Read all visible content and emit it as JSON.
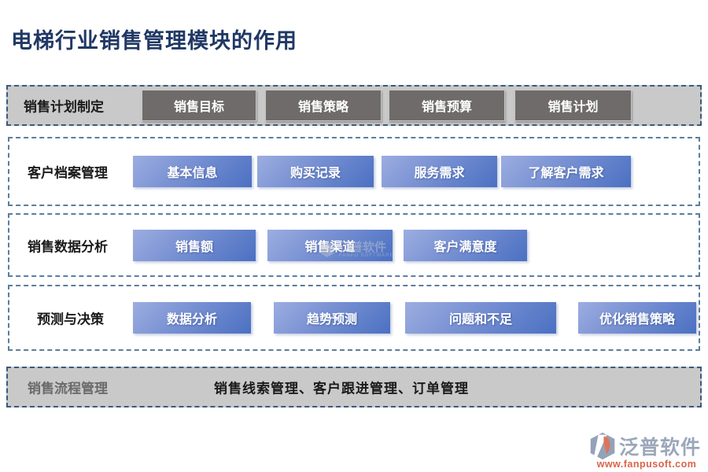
{
  "title": "电梯行业销售管理模块的作用",
  "rows": [
    {
      "label": "销售计划制定",
      "buttons": [
        "销售目标",
        "销售策略",
        "销售预算",
        "销售计划"
      ]
    },
    {
      "label": "客户档案管理",
      "buttons": [
        "基本信息",
        "购买记录",
        "服务需求",
        "了解客户需求"
      ]
    },
    {
      "label": "销售数据分析",
      "buttons": [
        "销售额",
        "销售渠道",
        "客户满意度"
      ]
    },
    {
      "label": "预测与决策",
      "buttons": [
        "数据分析",
        "趋势预测",
        "问题和不足",
        "优化销售策略"
      ]
    },
    {
      "label": "销售流程管理",
      "text": "销售线索管理、客户跟进管理、订单管理"
    }
  ],
  "watermark": {
    "text": "泛普软件",
    "subtext": "FANPU SOFTWARE"
  },
  "logo": {
    "name": "泛普软件",
    "url": "www.fanpusoft.com"
  },
  "colors": {
    "title": "#203864",
    "button_gray": "#6f6b6b",
    "button_blue_start": "#9cade0",
    "button_blue_end": "#4b70c2",
    "row_gray_bg": "#c9c9c9",
    "dashed_border_dark": "#3a5a7d",
    "dashed_border_light": "#5b7e9e",
    "logo_text": "#9ba7ba",
    "logo_url": "#d9644a"
  }
}
